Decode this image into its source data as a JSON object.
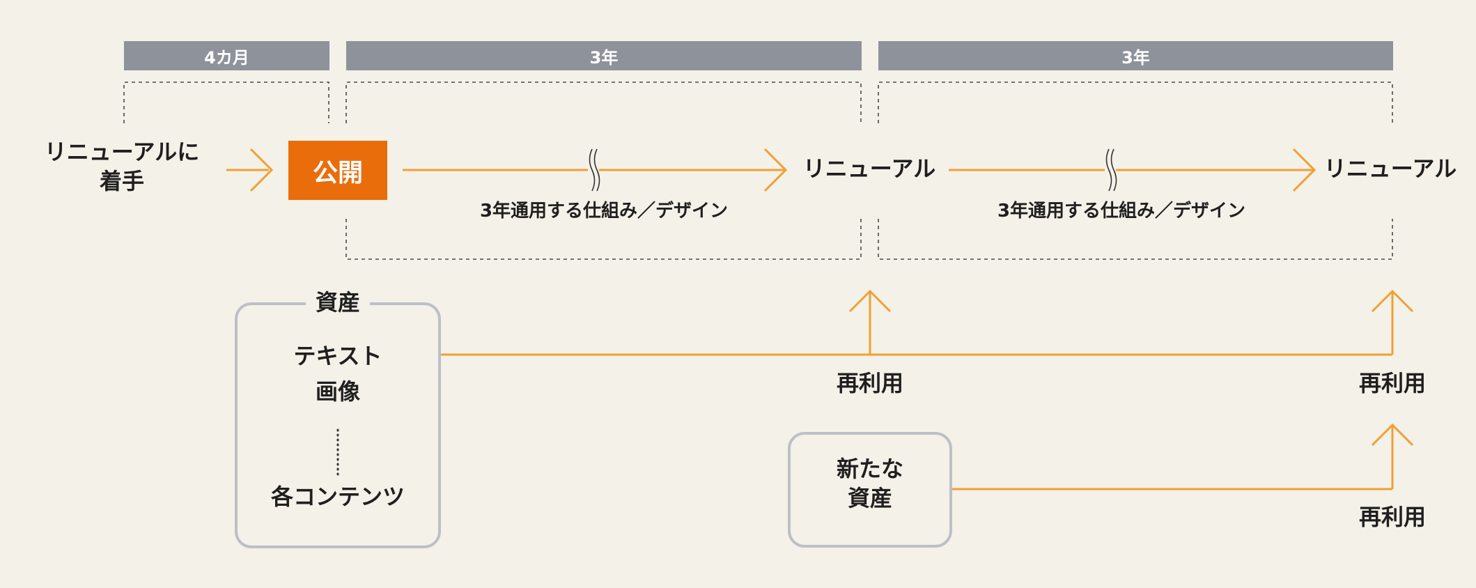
{
  "timeline": {
    "durations": [
      "4カ月",
      "3年",
      "3年"
    ],
    "start_label": "リニューアルに\n着手",
    "publish_label": "公開",
    "renewal_labels": [
      "リニューアル",
      "リニューアル"
    ],
    "period_labels": [
      "3年通用する仕組み／デザイン",
      "3年通用する仕組み／デザイン"
    ]
  },
  "assets": {
    "title": "資産",
    "items": [
      "テキスト",
      "画像"
    ],
    "last_item": "各コンテンツ"
  },
  "new_assets": {
    "label": "新たな\n資産"
  },
  "reuse_labels": [
    "再利用",
    "再利用",
    "再利用"
  ],
  "colors": {
    "accent": "#ea6d0c",
    "arrow": "#f0a032",
    "header": "#8e929b",
    "box_border": "#bcc0c6",
    "background": "#f4f1e9"
  }
}
